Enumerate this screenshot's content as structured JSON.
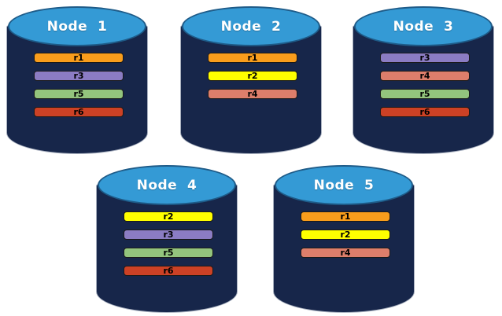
{
  "diagram": {
    "type": "database-replication-diagram",
    "colors": {
      "background": "#FFFFFF",
      "cylinder_body": "#17264A",
      "cylinder_top": "#349AD5",
      "cylinder_top_border": "#1E5B88",
      "cylinder_outline": "#A8B0BF",
      "bar_border": "#1A1A1A",
      "bar_text": "#000000",
      "title_text": "#FFFFFF"
    },
    "replica_colors": {
      "r1": "#F99D1C",
      "r2": "#FFFF00",
      "r3": "#8B7CC3",
      "r4": "#DD7E6B",
      "r5": "#93C47D",
      "r6": "#CC4125"
    },
    "nodes": [
      {
        "label": "Node  1",
        "replicas": [
          "r1",
          "r3",
          "r5",
          "r6"
        ]
      },
      {
        "label": "Node  2",
        "replicas": [
          "r1",
          "r2",
          "r4"
        ]
      },
      {
        "label": "Node  3",
        "replicas": [
          "r3",
          "r4",
          "r5",
          "r6"
        ]
      },
      {
        "label": "Node  4",
        "replicas": [
          "r2",
          "r3",
          "r5",
          "r6"
        ]
      },
      {
        "label": "Node  5",
        "replicas": [
          "r1",
          "r2",
          "r4"
        ]
      }
    ]
  }
}
